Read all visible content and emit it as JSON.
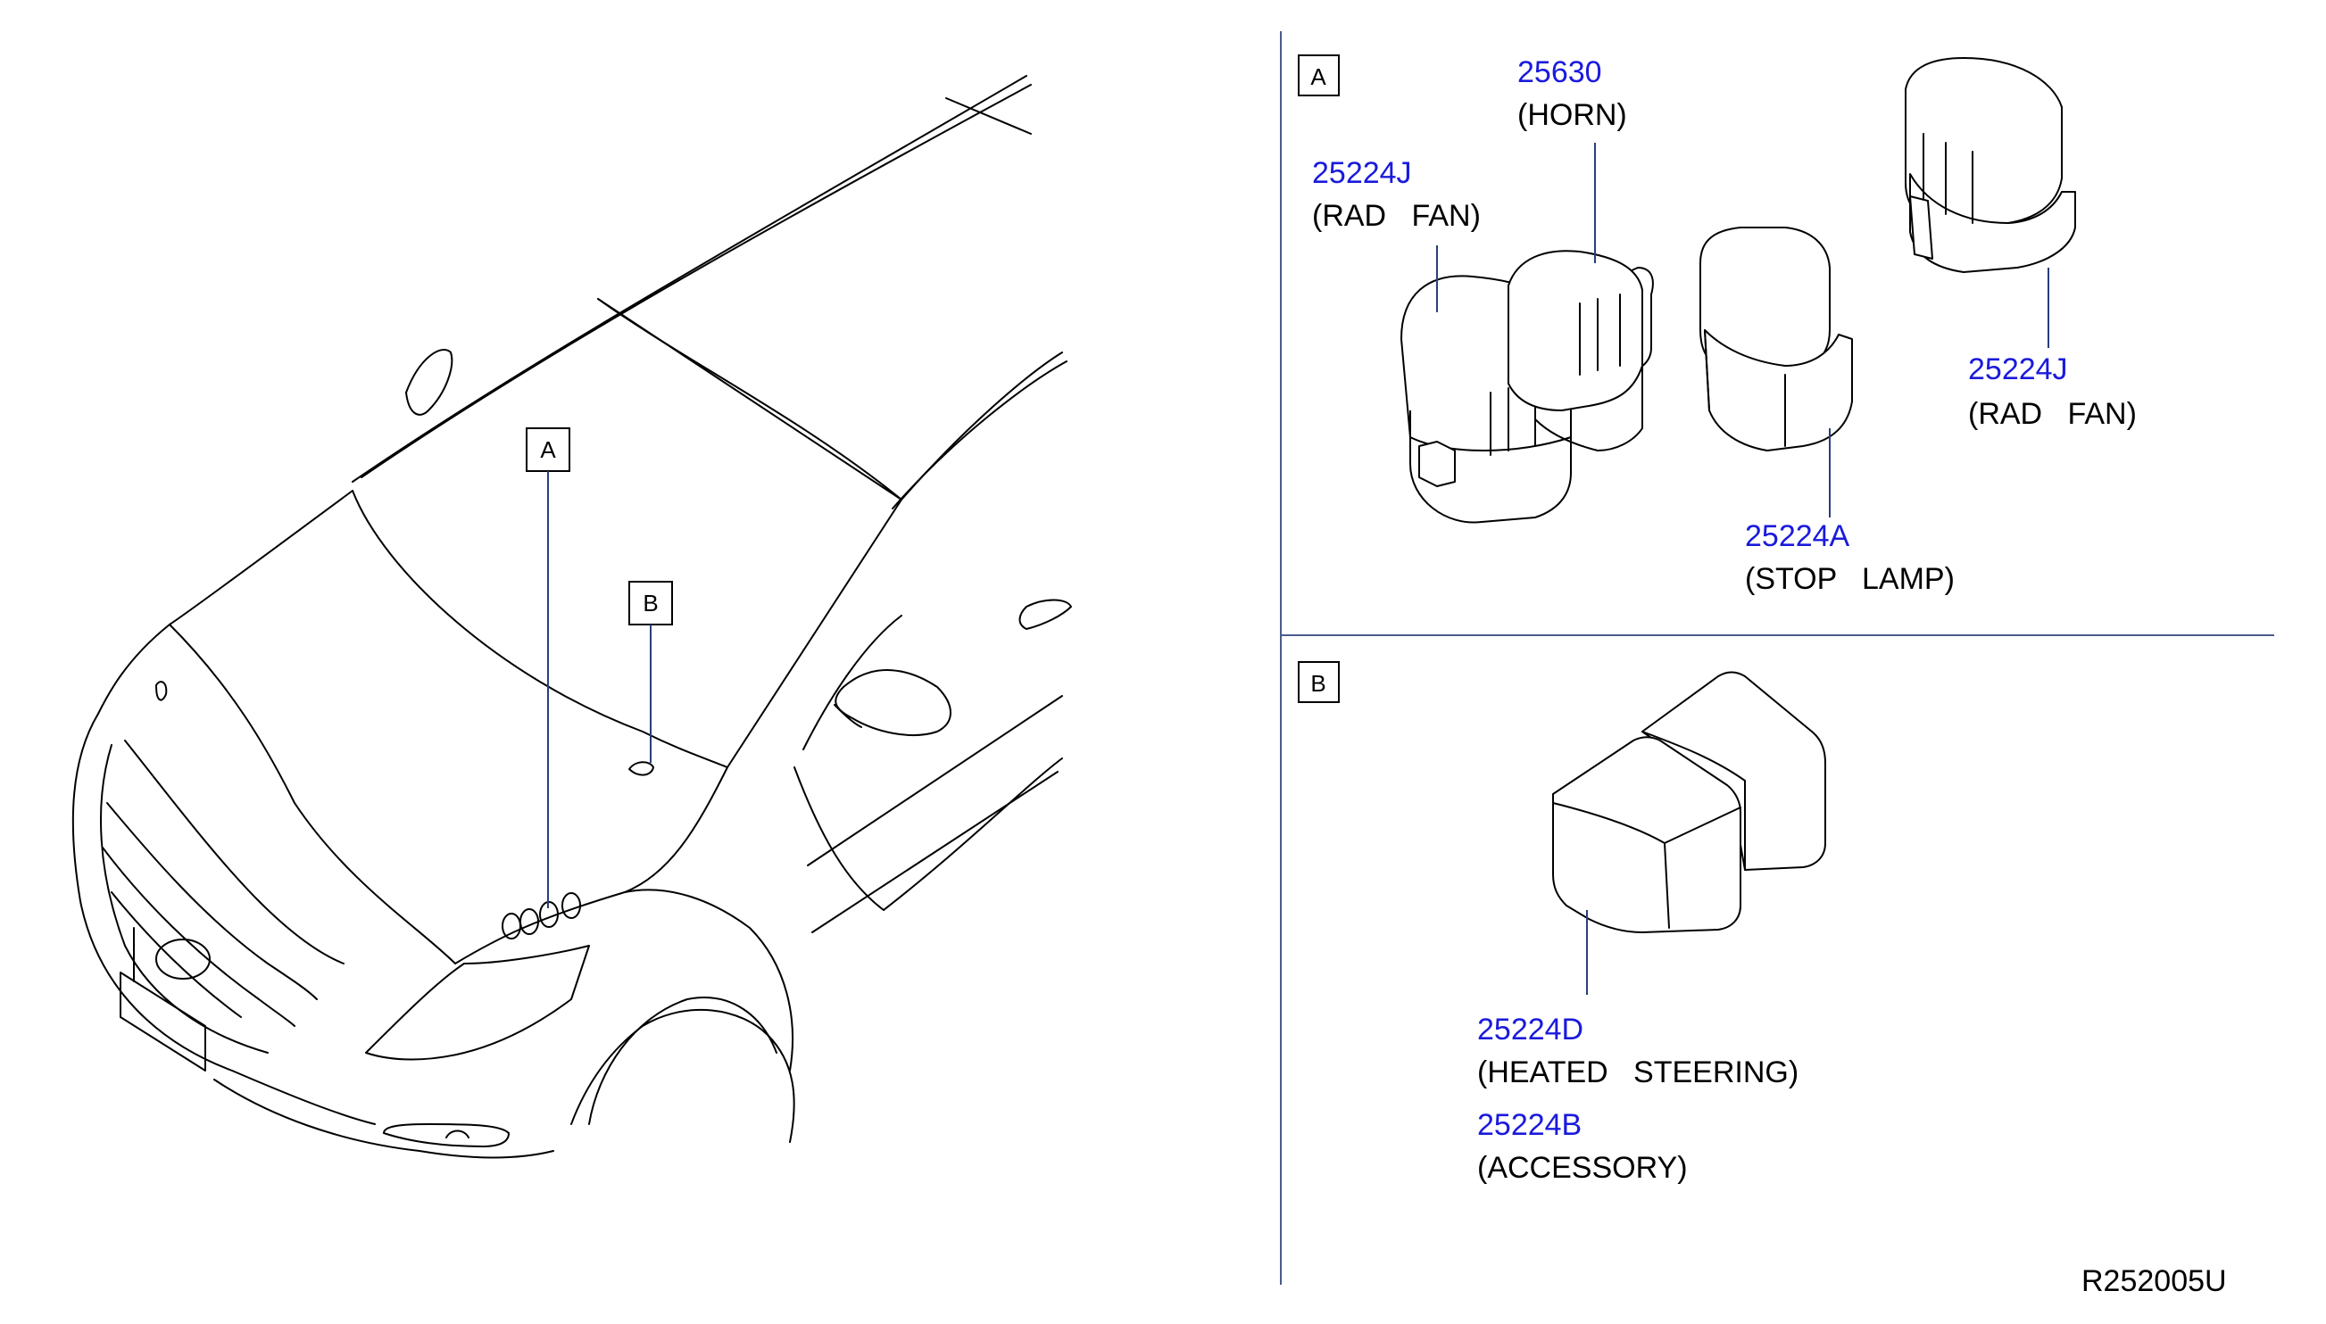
{
  "callouts": {
    "a": "A",
    "b": "B"
  },
  "panel_a": {
    "label": "A",
    "parts": [
      {
        "number": "25224J",
        "description": "(RAD   FAN)"
      },
      {
        "number": "25630",
        "description": "(HORN)"
      },
      {
        "number": "25224A",
        "description": "(STOP   LAMP)"
      },
      {
        "number": "25224J",
        "description": "(RAD   FAN)"
      }
    ]
  },
  "panel_b": {
    "label": "B",
    "parts": [
      {
        "number": "25224D",
        "description": "(HEATED   STEERING)"
      },
      {
        "number": "25224B",
        "description": "(ACCESSORY)"
      }
    ]
  },
  "reference_code": "R252005U",
  "colors": {
    "part_number": "#1a1adc",
    "text": "#000000",
    "leader": "#2a3f7a"
  }
}
